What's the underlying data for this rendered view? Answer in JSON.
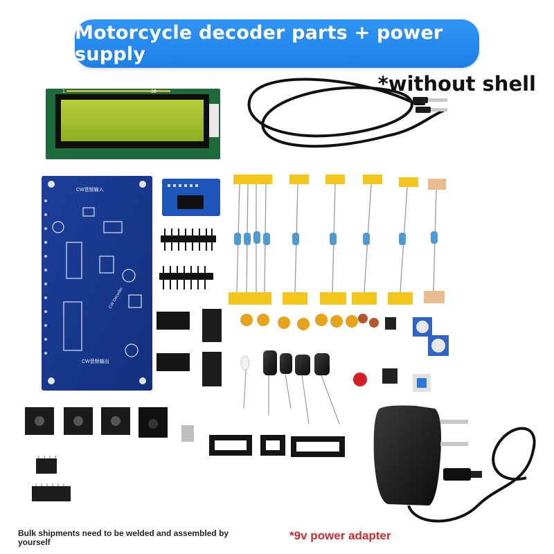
{
  "banner": {
    "title": "Motorcycle decoder parts + power supply"
  },
  "notes": {
    "without_shell": "*without shell",
    "bulk_shipments": "Bulk shipments need to be welded and assembled by yourself",
    "power_adapter": "*9v power adapter"
  },
  "pcb": {
    "label_input": "CW音频输入",
    "label_output": "CW音频输出",
    "label_title": "CW Decoder"
  },
  "lcd": {
    "pin_1": "1",
    "pin_16": "16"
  }
}
